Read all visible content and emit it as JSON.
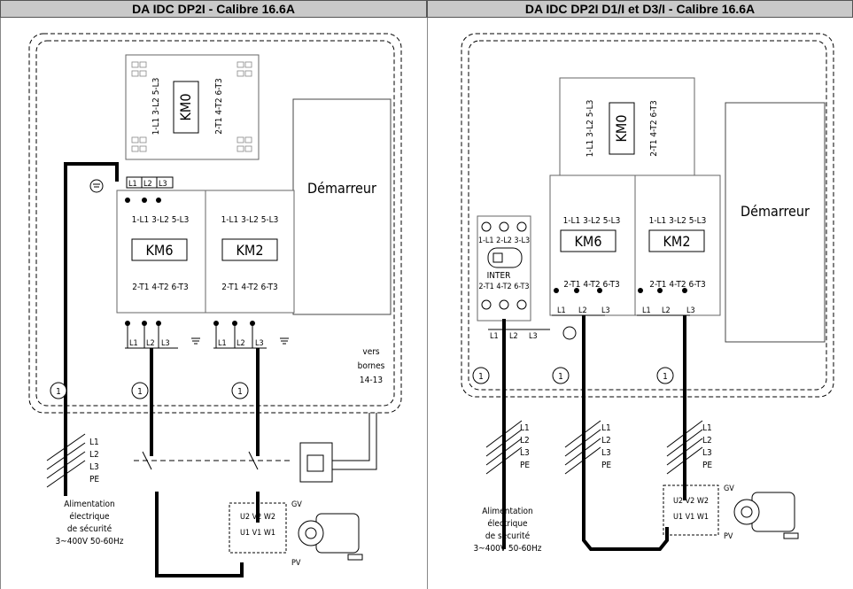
{
  "panels": {
    "left": {
      "title": "DA IDC DP2I - Calibre 16.6A",
      "km0": "KM0",
      "km6": "KM6",
      "km2": "KM2",
      "starter": "Démarreur",
      "top_terms": "1-L1 3-L2 5-L3",
      "bot_terms": "2-T1 4-T2 6-T3",
      "phases": [
        "L1",
        "L2",
        "L3"
      ],
      "bornes": [
        "vers",
        "bornes",
        "14-13"
      ],
      "marker": "1",
      "supply_lines": [
        "L1",
        "L2",
        "L3",
        "PE"
      ],
      "supply_caption": [
        "Alimentation",
        "électrique",
        "de sécurité",
        "3~400V 50-60Hz"
      ],
      "motor_top": "U2 V2 W2",
      "motor_bot": "U1 V1 W1",
      "gv": "GV",
      "pv": "PV"
    },
    "right": {
      "title": "DA IDC DP2I D1/I et D3/I - Calibre 16.6A",
      "km0": "KM0",
      "km6": "KM6",
      "km2": "KM2",
      "starter": "Démarreur",
      "inter": "INTER",
      "inter_top": "1-L1 2-L2 3-L3",
      "inter_bot": "2-T1 4-T2 6-T3",
      "top_terms": "1-L1 3-L2 5-L3",
      "bot_terms": "2-T1 4-T2 6-T3",
      "phases": [
        "L1",
        "L2",
        "L3"
      ],
      "marker": "1",
      "supply_lines": [
        "L1",
        "L2",
        "L3",
        "PE"
      ],
      "supply_caption": [
        "Alimentation",
        "électrique",
        "de sécurité",
        "3~400V 50-60Hz"
      ],
      "motor_top": "U2 V2 W2",
      "motor_bot": "U1 V1 W1",
      "gv": "GV",
      "pv": "PV"
    }
  }
}
